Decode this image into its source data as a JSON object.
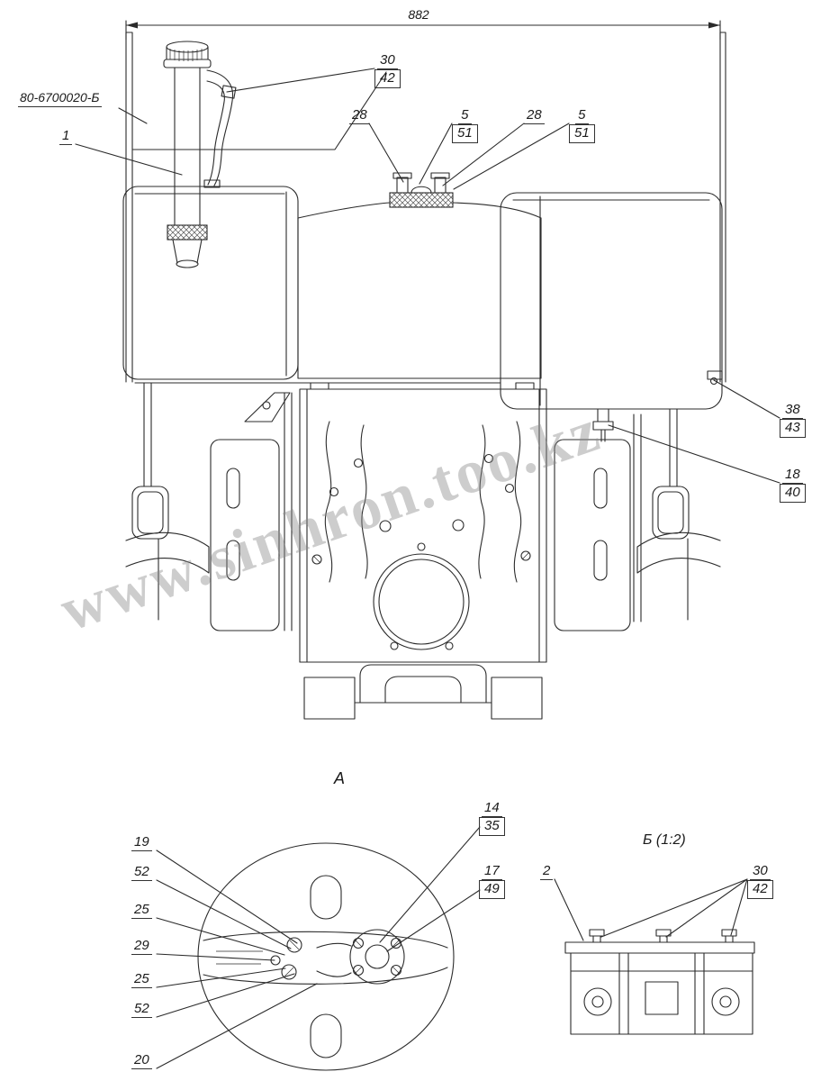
{
  "watermark": {
    "text": "www.sinhron.too.kz"
  },
  "dimension": {
    "width": "882"
  },
  "labels": {
    "part_number": "80-6700020-Б",
    "view_a": "А",
    "view_b": "Б (1:2)"
  },
  "callouts": {
    "main": {
      "pos1": "1",
      "pos30": "30",
      "ref42": "42",
      "pos28_left": "28",
      "pos5_left": "5",
      "ref51_left": "51",
      "pos28_right": "28",
      "pos5_right": "5",
      "ref51_right": "51",
      "pos38": "38",
      "ref43": "43",
      "pos18": "18",
      "ref40": "40"
    },
    "view_a": {
      "pos19": "19",
      "pos52_top": "52",
      "pos25_top": "25",
      "pos29": "29",
      "pos25_bottom": "25",
      "pos52_bottom": "52",
      "pos20": "20",
      "pos14": "14",
      "ref35": "35",
      "pos17": "17",
      "ref49": "49"
    },
    "view_b": {
      "pos2": "2",
      "pos30": "30",
      "ref42": "42"
    }
  }
}
